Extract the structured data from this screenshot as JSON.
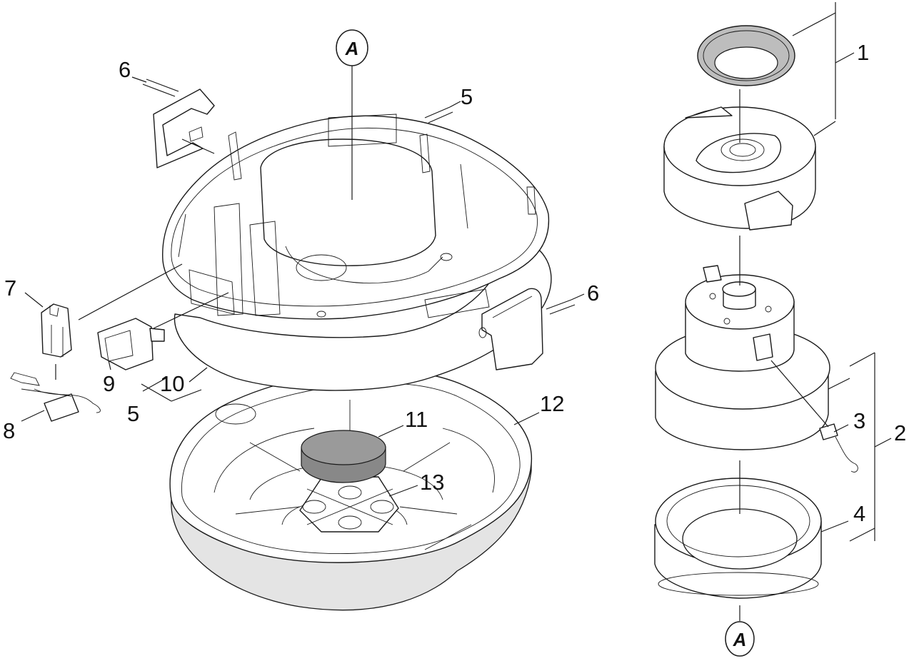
{
  "callouts": {
    "c1": "1",
    "c2": "2",
    "c3": "3",
    "c4": "4",
    "c5_top": "5",
    "c5_bottom": "5",
    "c6_left": "6",
    "c6_right": "6",
    "c7": "7",
    "c8": "8",
    "c9": "9",
    "c10": "10",
    "c11": "11",
    "c12": "12",
    "c13": "13"
  },
  "reference_markers": {
    "top": "A",
    "bottom": "A"
  }
}
